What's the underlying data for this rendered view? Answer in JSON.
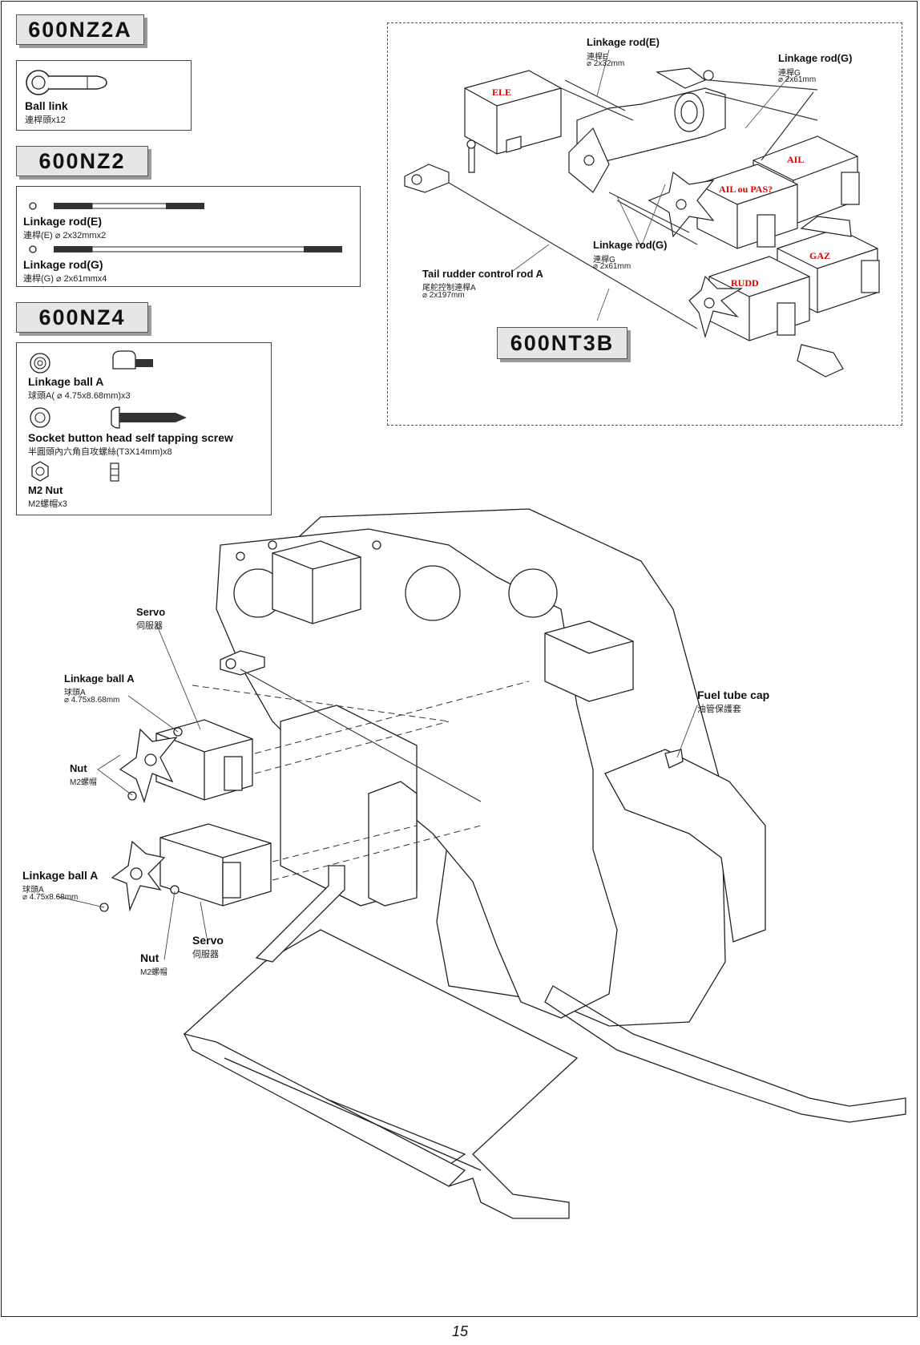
{
  "badges": {
    "nz2a": "600NZ2A",
    "nz2": "600NZ2",
    "nz4": "600NZ4",
    "nt3b": "600NT3B"
  },
  "nz2a_box": {
    "ball_link_label": "Ball link",
    "ball_link_sub": "連桿頭x12"
  },
  "nz2_box": {
    "rod_e_label": "Linkage rod(E)",
    "rod_e_sub": "連桿(E) ⌀ 2x32mmx2",
    "rod_g_label": "Linkage rod(G)",
    "rod_g_sub": "連桿(G) ⌀ 2x61mmx4"
  },
  "nz4_box": {
    "ball_a_label": "Linkage ball A",
    "ball_a_sub": "球頭A( ⌀ 4.75x8.68mm)x3",
    "screw_label": "Socket button head self tapping screw",
    "screw_sub": "半圓頭內六角自攻螺絲(T3X14mm)x8",
    "nut_label": "M2 Nut",
    "nut_sub": "M2螺帽x3"
  },
  "detail": {
    "rod_e_label": "Linkage rod(E)",
    "rod_e_sub1": "連桿E",
    "rod_e_sub2": "⌀ 2x32mm",
    "rod_g_top_label": "Linkage rod(G)",
    "rod_g_top_sub1": "連桿G",
    "rod_g_top_sub2": "⌀ 2x61mm",
    "rod_g_mid_label": "Linkage rod(G)",
    "rod_g_mid_sub1": "連桿G",
    "rod_g_mid_sub2": "⌀ 2x61mm",
    "tail_label": "Tail rudder control rod A",
    "tail_sub1": "尾舵控制連桿A",
    "tail_sub2": "⌀ 2x197mm",
    "ele": "ELE",
    "ail": "AIL",
    "ail_pas": "AIL ou PAS?",
    "gaz": "GAZ",
    "rudd": "RUDD"
  },
  "main": {
    "servo1_label": "Servo",
    "servo1_sub": "伺服器",
    "ball1_label": "Linkage ball A",
    "ball1_sub1": "球頭A",
    "ball1_sub2": "⌀ 4.75x8.68mm",
    "nut1_label": "Nut",
    "nut1_sub": "M2螺帽",
    "fuel_label": "Fuel tube cap",
    "fuel_sub": "油管保護套",
    "ball2_label": "Linkage ball A",
    "ball2_sub1": "球頭A",
    "ball2_sub2": "⌀ 4.75x8.68mm",
    "servo2_label": "Servo",
    "servo2_sub": "伺服器",
    "nut2_label": "Nut",
    "nut2_sub": "M2螺帽"
  },
  "page_number": "15"
}
